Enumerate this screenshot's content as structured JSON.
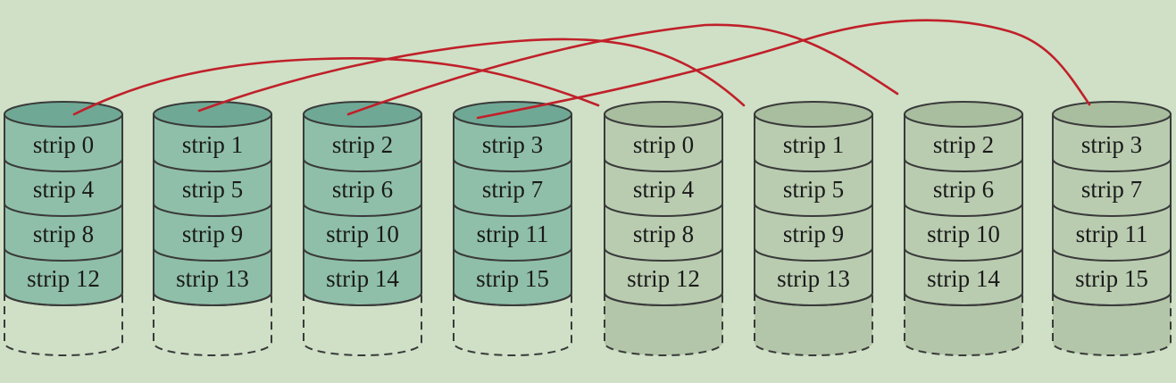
{
  "disks": [
    {
      "group": "primary",
      "strips": [
        "strip 0",
        "strip 4",
        "strip 8",
        "strip 12"
      ]
    },
    {
      "group": "primary",
      "strips": [
        "strip 1",
        "strip 5",
        "strip 9",
        "strip 13"
      ]
    },
    {
      "group": "primary",
      "strips": [
        "strip 2",
        "strip 6",
        "strip 10",
        "strip 14"
      ]
    },
    {
      "group": "primary",
      "strips": [
        "strip 3",
        "strip 7",
        "strip 11",
        "strip 15"
      ]
    },
    {
      "group": "mirror",
      "strips": [
        "strip 0",
        "strip 4",
        "strip 8",
        "strip 12"
      ]
    },
    {
      "group": "mirror",
      "strips": [
        "strip 1",
        "strip 5",
        "strip 9",
        "strip 13"
      ]
    },
    {
      "group": "mirror",
      "strips": [
        "strip 2",
        "strip 6",
        "strip 10",
        "strip 14"
      ]
    },
    {
      "group": "mirror",
      "strips": [
        "strip 3",
        "strip 7",
        "strip 11",
        "strip 15"
      ]
    }
  ],
  "links": [
    {
      "from": 0,
      "to": 4
    },
    {
      "from": 1,
      "to": 5
    },
    {
      "from": 2,
      "to": 6
    },
    {
      "from": 3,
      "to": 7
    }
  ],
  "colors": {
    "background": "#cfe0c6",
    "primary_fill": "#8fbfa8",
    "primary_top": "#6fa995",
    "mirror_fill": "#b9ccb0",
    "mirror_top": "#a9bd9f",
    "outline": "#3a3a3a",
    "link": "#c0202a"
  }
}
